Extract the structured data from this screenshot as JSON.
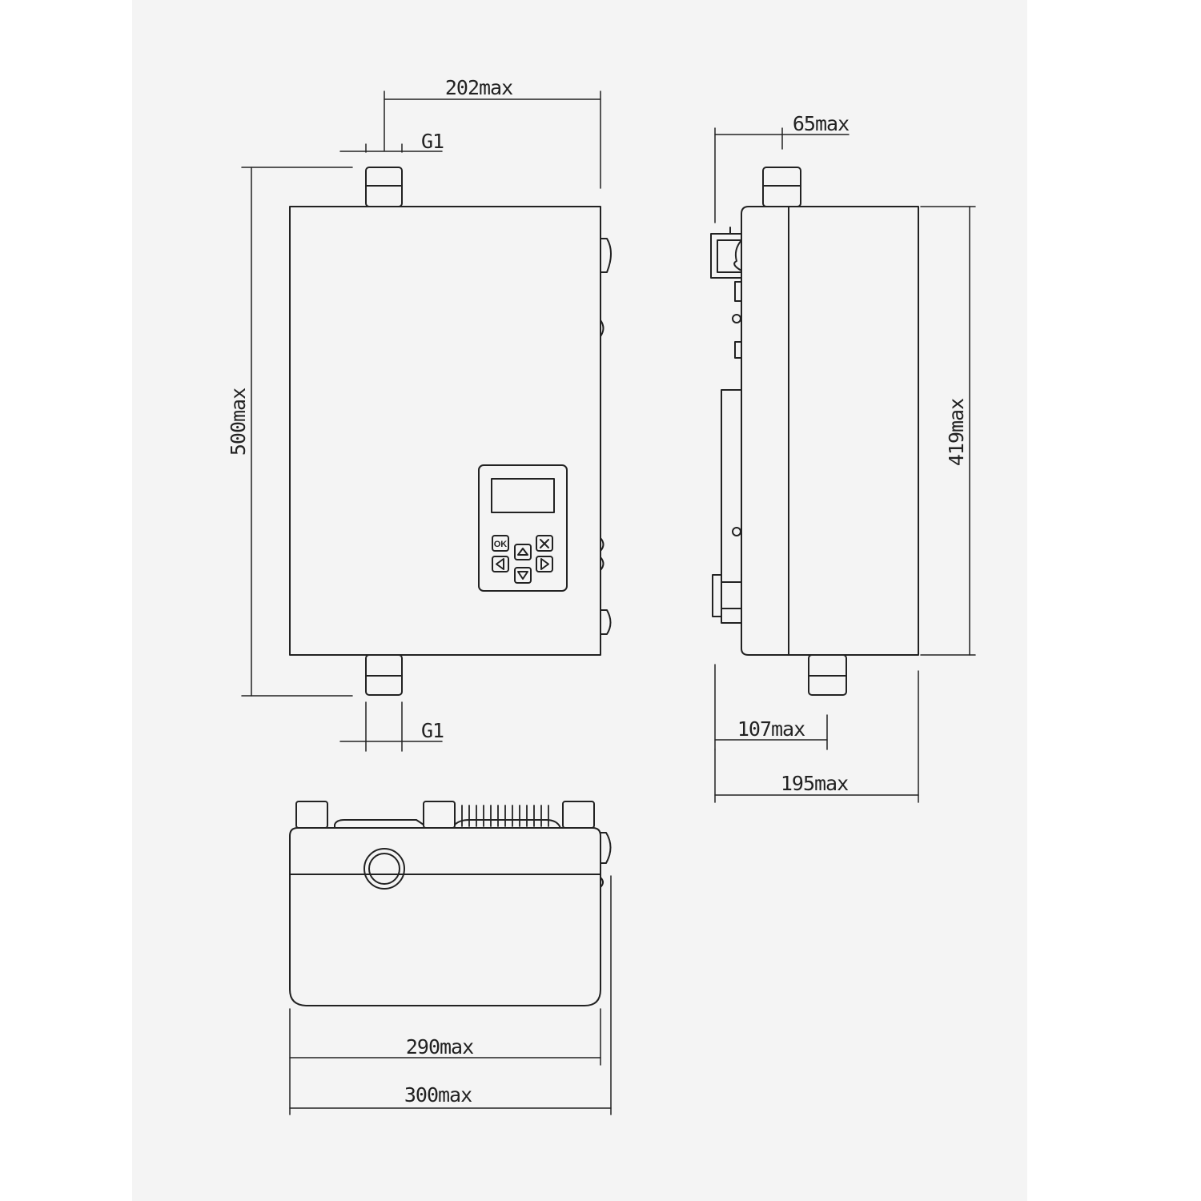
{
  "colors": {
    "line": "#222222",
    "panel": "#f4f4f4",
    "background": "#ffffff"
  },
  "dimensions": {
    "front_width_to_outlet": "202max",
    "top_connection": "G1",
    "bottom_connection": "G1",
    "front_height": "500max",
    "side_pipe_offset": "65max",
    "side_height": "419max",
    "side_pipe_depth": "107max",
    "side_depth": "195max",
    "body_width": "290max",
    "overall_width": "300max"
  },
  "controller": {
    "ok_label": "OK",
    "buttons": [
      "ok",
      "cancel",
      "up",
      "down",
      "left",
      "right"
    ]
  }
}
